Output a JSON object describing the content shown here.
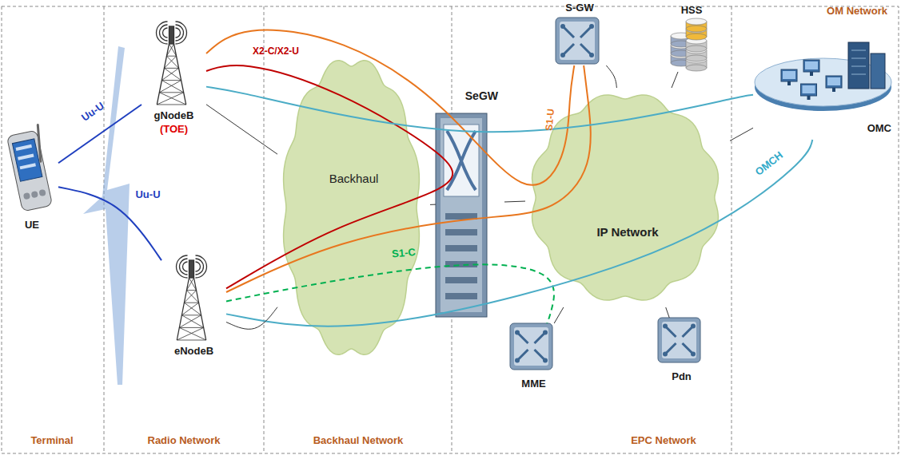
{
  "diagram": {
    "nodes": [
      {
        "text": [
          "UE"
        ]
      },
      {
        "text": [
          "gNodeB",
          "(TOE)"
        ]
      },
      {
        "text": [
          "eNodeB"
        ]
      },
      {
        "text": [
          "Backhaul"
        ]
      },
      {
        "text": [
          "SeGW"
        ]
      },
      {
        "text": [
          "S-GW"
        ]
      },
      {
        "text": [
          "HSS"
        ]
      },
      {
        "text": [
          "IP Network"
        ]
      },
      {
        "text": [
          "MME"
        ]
      },
      {
        "text": [
          "Pdn"
        ]
      },
      {
        "text": [
          "OMC"
        ]
      }
    ],
    "edges": [
      {
        "from": 0,
        "to": 1,
        "arrow": "none",
        "label": "Uu-U"
      },
      {
        "from": 0,
        "to": 2,
        "arrow": "none",
        "label": "Uu-U"
      },
      {
        "from": 1,
        "to": 2,
        "arrow": "none",
        "label": "X2-C/X2-U"
      },
      {
        "from": 1,
        "to": 5,
        "arrow": "none",
        "label": "S1-U"
      },
      {
        "from": 2,
        "to": 5,
        "arrow": "none"
      },
      {
        "from": 2,
        "to": 8,
        "arrow": "none",
        "label": "S1-C"
      },
      {
        "from": 1,
        "to": 10,
        "arrow": "none"
      },
      {
        "from": 2,
        "to": 10,
        "arrow": "none",
        "label": "OMCH"
      },
      {
        "from": 1,
        "to": 3,
        "arrow": "none"
      },
      {
        "from": 2,
        "to": 3,
        "arrow": "none"
      },
      {
        "from": 3,
        "to": 4,
        "arrow": "none"
      },
      {
        "from": 4,
        "to": 7,
        "arrow": "none"
      },
      {
        "from": 7,
        "to": 5,
        "arrow": "none"
      },
      {
        "from": 7,
        "to": 6,
        "arrow": "none"
      },
      {
        "from": 7,
        "to": 8,
        "arrow": "none"
      },
      {
        "from": 7,
        "to": 9,
        "arrow": "none"
      },
      {
        "from": 7,
        "to": 10,
        "arrow": "none"
      }
    ],
    "labels": [
      "OM Network",
      "Terminal",
      "Radio Network",
      "Backhaul Network",
      "EPC Network"
    ]
  }
}
